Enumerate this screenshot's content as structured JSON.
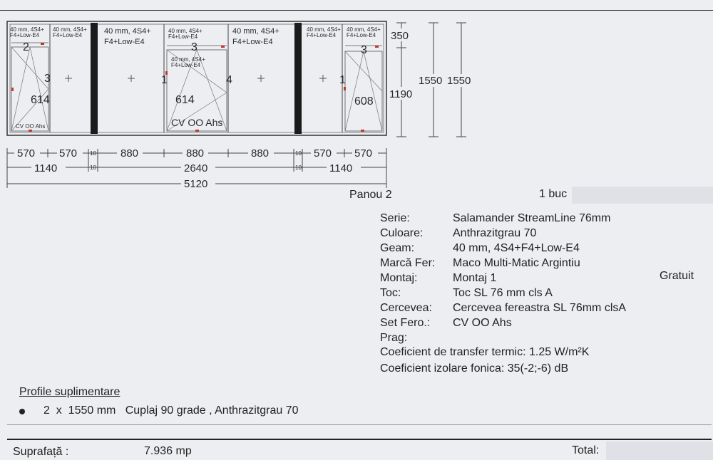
{
  "drawing": {
    "glass_labels": {
      "small_a": "40 mm, 4S4+",
      "small_b": "F4+Low-E4",
      "large_a": "40 mm, 4S4+",
      "large_b": "F4+Low-E4"
    },
    "sash_numbers": [
      "2",
      "3",
      "3",
      "3",
      "1",
      "4",
      "1"
    ],
    "sash_widths": [
      "614",
      "614",
      "608"
    ],
    "hardware_label": "CV OO Ahs",
    "hardware_label_2": "CV OO Ahs",
    "height_dims": {
      "top": "350",
      "mid": "1190",
      "total_1": "1550",
      "total_2": "1550"
    },
    "width_row1": [
      "570",
      "570",
      "880",
      "880",
      "880",
      "570",
      "570"
    ],
    "width_row2": [
      "1140",
      "2640",
      "1140"
    ],
    "width_total": "5120",
    "coupler_mark": "10"
  },
  "header": {
    "panel_name": "Panou 2",
    "quantity": "1 buc"
  },
  "specs": [
    {
      "label": "Serie:",
      "value": "Salamander StreamLine 76mm"
    },
    {
      "label": "Culoare:",
      "value": "Anthrazitgrau 70"
    },
    {
      "label": "Geam:",
      "value": "40 mm, 4S4+F4+Low-E4"
    },
    {
      "label": "Marcă Fer:",
      "value": "Maco Multi-Matic Argintiu"
    },
    {
      "label": "Montaj:",
      "value": "Montaj 1"
    },
    {
      "label": "Toc:",
      "value": "Toc SL 76 mm cls A"
    },
    {
      "label": "Cercevea:",
      "value": "Cercevea fereastra SL 76mm clsA"
    },
    {
      "label": "Set Fero.:",
      "value": "CV OO Ahs"
    },
    {
      "label": "Prag:",
      "value": ""
    }
  ],
  "montaj_price": "Gratuit",
  "coefficients": {
    "thermal": "Coeficient de transfer termic: 1.25 W/m²K",
    "acoustic": "Coeficient izolare fonica:  35(-2;-6) dB"
  },
  "profiles": {
    "title": "Profile suplimentare",
    "items": [
      "2  x  1550 mm   Cuplaj 90 grade , Anthrazitgrau 70"
    ]
  },
  "footer": {
    "area_label": "Suprafață :",
    "area_value": "7.936 mp",
    "total_label": "Total:"
  }
}
